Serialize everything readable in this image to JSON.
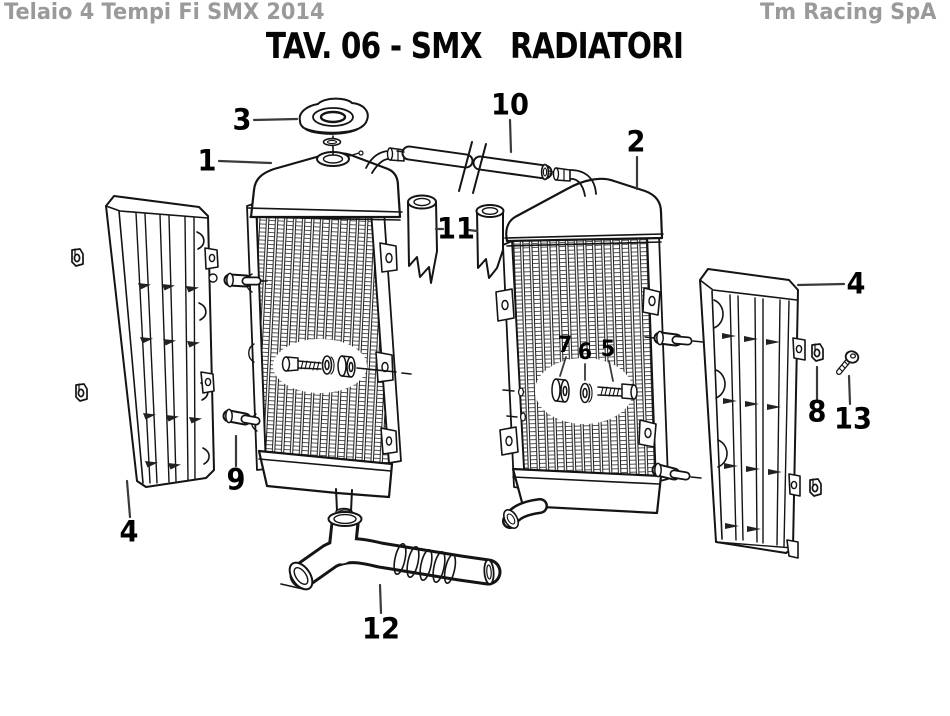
{
  "header": {
    "left": "Telaio 4 Tempi Fi SMX 2014",
    "right": "Tm Racing SpA"
  },
  "title": "TAV. 06 - SMX   RADIATORI",
  "callouts": {
    "radiator_left": "1",
    "radiator_right": "2",
    "cap": "3",
    "guard_left": "4",
    "guard_right": "4",
    "bolt": "5",
    "washer": "6",
    "grommet": "7",
    "clip": "8",
    "bushing": "9",
    "hose_top": "10",
    "sleeve": "11",
    "hose_y": "12",
    "screw": "13"
  },
  "colors": {
    "header_text": "#9a9a9a",
    "title_text": "#050505",
    "line_art": "#141414",
    "background": "#ffffff"
  }
}
